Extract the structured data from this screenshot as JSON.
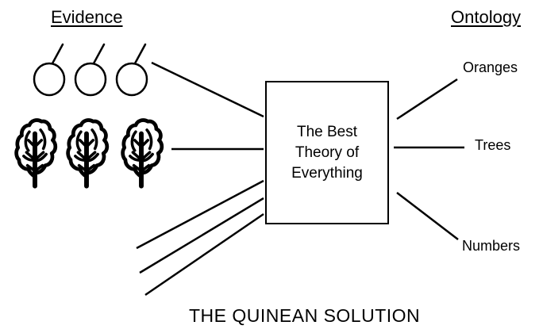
{
  "headings": {
    "evidence": "Evidence",
    "ontology": "Ontology"
  },
  "central_box": {
    "text": "The Best Theory of Everything"
  },
  "outputs": {
    "oranges": "Oranges",
    "trees": "Trees",
    "numbers": "Numbers"
  },
  "caption": "THE QUINEAN SOLUTION",
  "icons": {
    "fruit": "orange-icon",
    "plant": "tree-icon"
  },
  "colors": {
    "ink": "#000000",
    "background": "#ffffff"
  }
}
